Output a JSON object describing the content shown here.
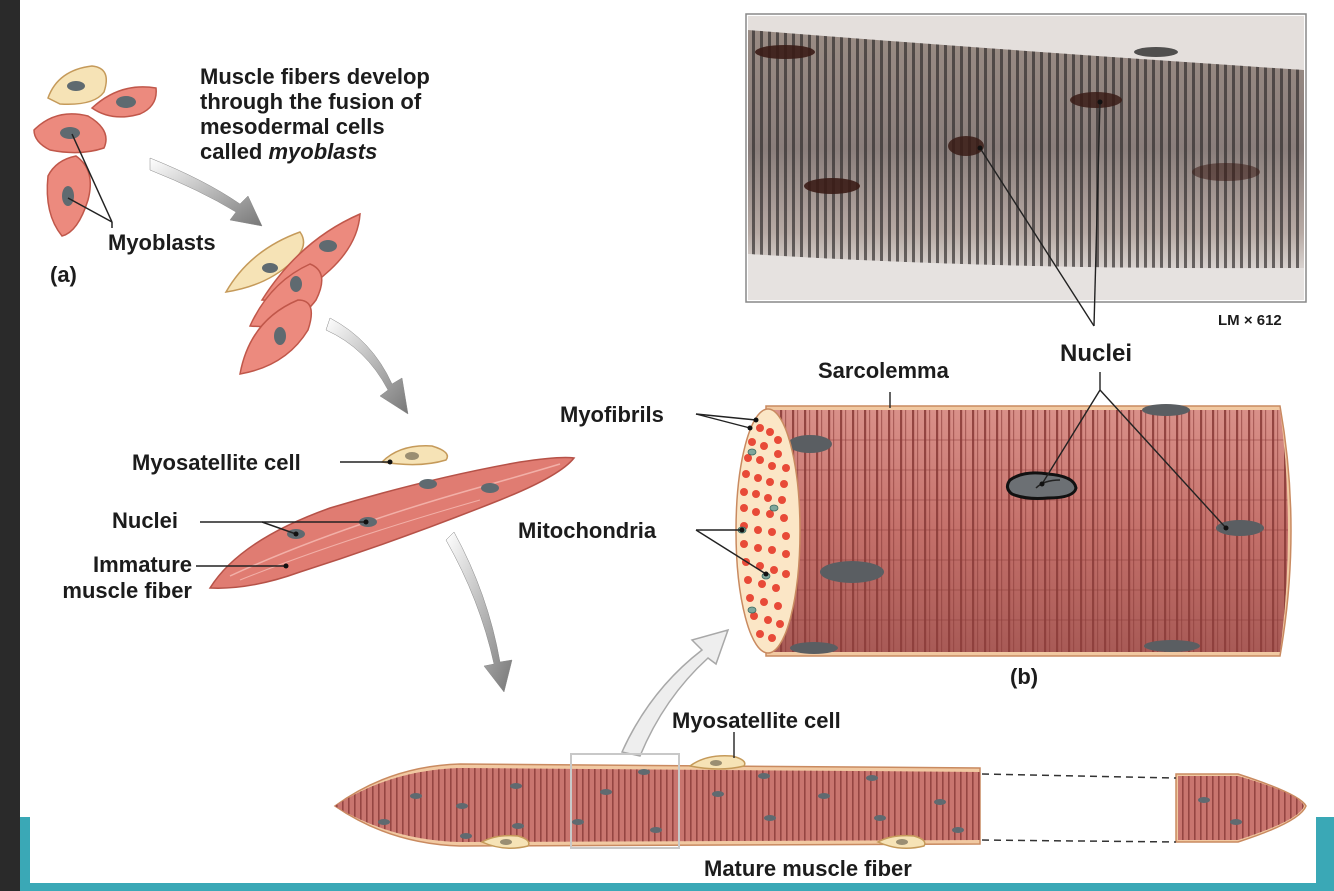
{
  "intro": {
    "line1": "Muscle fibers develop",
    "line2": "through the fusion of",
    "line3": "mesodermal cells",
    "line4_prefix": "called ",
    "line4_em": "myoblasts"
  },
  "labels": {
    "myoblasts": "Myoblasts",
    "panel_a": "(a)",
    "myosatellite_top": "Myosatellite cell",
    "nuclei_left": "Nuclei",
    "immature_1": "Immature",
    "immature_2": "muscle fiber",
    "magnification": "LM × 612",
    "nuclei_right": "Nuclei",
    "sarcolemma": "Sarcolemma",
    "myofibrils": "Myofibrils",
    "mitochondria": "Mitochondria",
    "panel_b": "(b)",
    "myosatellite_bottom": "Myosatellite cell",
    "mature": "Mature muscle fiber"
  },
  "colors": {
    "cell_pink": "#ec8a7e",
    "cell_outline": "#c0574a",
    "myosatellite": "#f6e3b6",
    "nucleus": "#5f6a70",
    "muscle_fill": "#c9756f",
    "striation": "#8c3d3a",
    "sarcolemma": "#f1c9a2",
    "mitochondria_bg": "#fbe6c6",
    "myofibril_dot": "#e84a38",
    "micrograph_bg": "#b9aca5",
    "teal_frame": "#3aa8b6"
  }
}
